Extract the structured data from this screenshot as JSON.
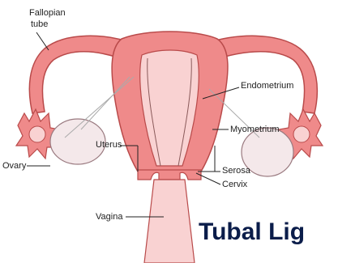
{
  "labels": {
    "fallopian_tube_line1": "Fallopian",
    "fallopian_tube_line2": "tube",
    "ovary": "Ovary",
    "uterus": "Uterus",
    "endometrium": "Endometrium",
    "myometrium": "Myometrium",
    "serosa": "Serosa",
    "cervix": "Cervix",
    "vagina": "Vagina"
  },
  "banner_text": "Tubal Lig",
  "colors": {
    "tissue": "#ef8a8a",
    "tissue_outline": "#b94a4a",
    "cavity": "#f9d2d2",
    "ovary": "#f4e8ea",
    "banner": "#0b1d4a"
  }
}
